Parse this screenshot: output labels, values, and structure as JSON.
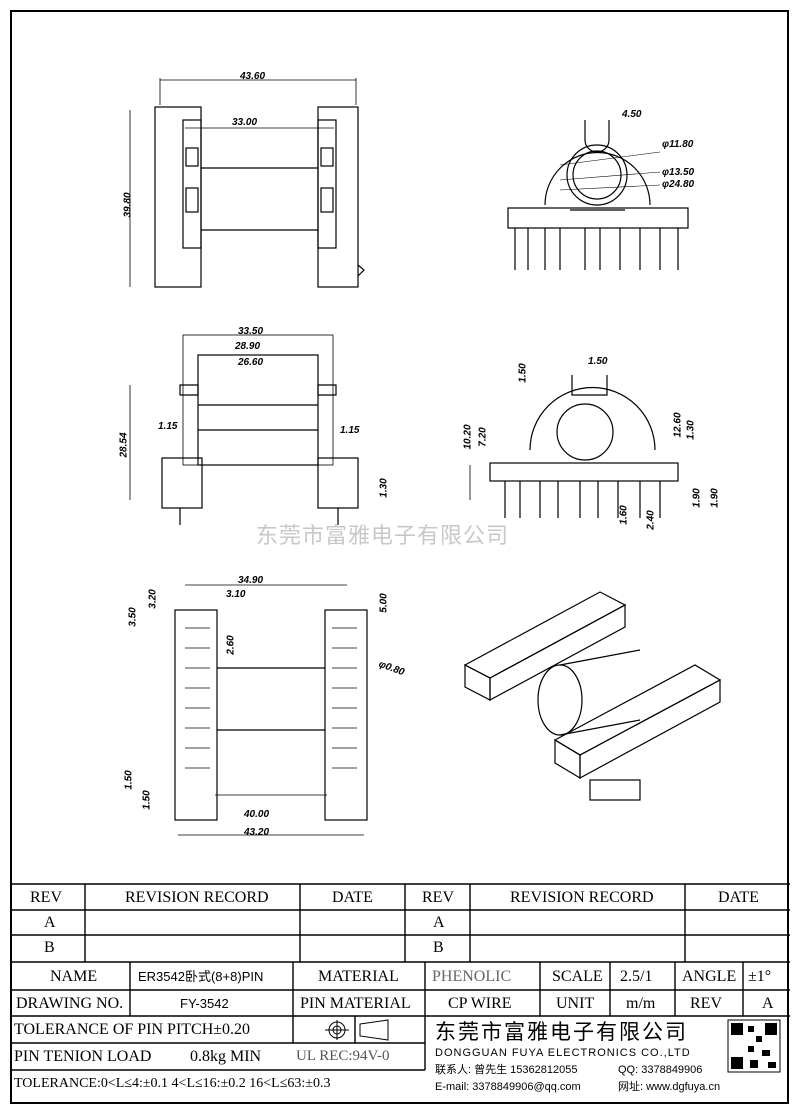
{
  "watermark": "东莞市富雅电子有限公司",
  "dimensions": {
    "v1_w1": "43.60",
    "v1_w2": "33.00",
    "v1_h": "39.80",
    "v2_slot": "4.50",
    "v2_d1": "φ11.80",
    "v2_d2": "φ13.50",
    "v2_d3": "φ24.80",
    "v3_w1": "33.50",
    "v3_w2": "28.90",
    "v3_w3": "26.60",
    "v3_h": "28.54",
    "v3_l": "1.15",
    "v3_r": "1.15",
    "v3_p": "1.30",
    "v4_slot": "1.50",
    "v4_top": "1.50",
    "v4_h1": "10.20",
    "v4_h2": "7.20",
    "v4_r1": "12.60",
    "v4_r2": "1.30",
    "v4_b1": "1.60",
    "v4_b2": "2.40",
    "v4_b3": "1.90",
    "v4_b4": "1.90",
    "v5_w": "34.90",
    "v5_a": "3.10",
    "v5_b": "3.20",
    "v5_c": "3.50",
    "v5_d": "2.60",
    "v5_e": "5.00",
    "v5_f": "φ0.80",
    "v5_g": "1.50",
    "v5_h": "1.50",
    "v5_w2": "40.00",
    "v5_w3": "43.20"
  },
  "revision": {
    "rev": "REV",
    "record": "REVISION RECORD",
    "date": "DATE",
    "rows": [
      "A",
      "B"
    ]
  },
  "title_block": {
    "name_label": "NAME",
    "name_value": "ER3542卧式(8+8)PIN",
    "material_label": "MATERIAL",
    "material_value": "PHENOLIC",
    "scale_label": "SCALE",
    "scale_value": "2.5/1",
    "angle_label": "ANGLE",
    "angle_value": "±1°",
    "drawing_no_label": "DRAWING NO.",
    "drawing_no_value": "FY-3542",
    "pin_material_label": "PIN MATERIAL",
    "pin_material_value": "CP WIRE",
    "unit_label": "UNIT",
    "unit_value": "m/m",
    "rev_label": "REV",
    "rev_value": "A",
    "tol_pitch": "TOLERANCE OF PIN PITCH±0.20",
    "pin_load_label": "PIN TENION LOAD",
    "pin_load_value": "0.8kg MIN",
    "ul": "UL REC:94V-0",
    "tolerance": "TOLERANCE:0<L≤4:±0.1  4<L≤16:±0.2  16<L≤63:±0.3"
  },
  "company": {
    "name_cn": "东莞市富雅电子有限公司",
    "name_en": "DONGGUAN FUYA ELECTRONICS CO.,LTD",
    "contact": "联系人: 曾先生 15362812055",
    "qq": "QQ: 3378849906",
    "email": "E-mail: 3378849906@qq.com",
    "web": "网址: www.dgfuya.cn"
  }
}
